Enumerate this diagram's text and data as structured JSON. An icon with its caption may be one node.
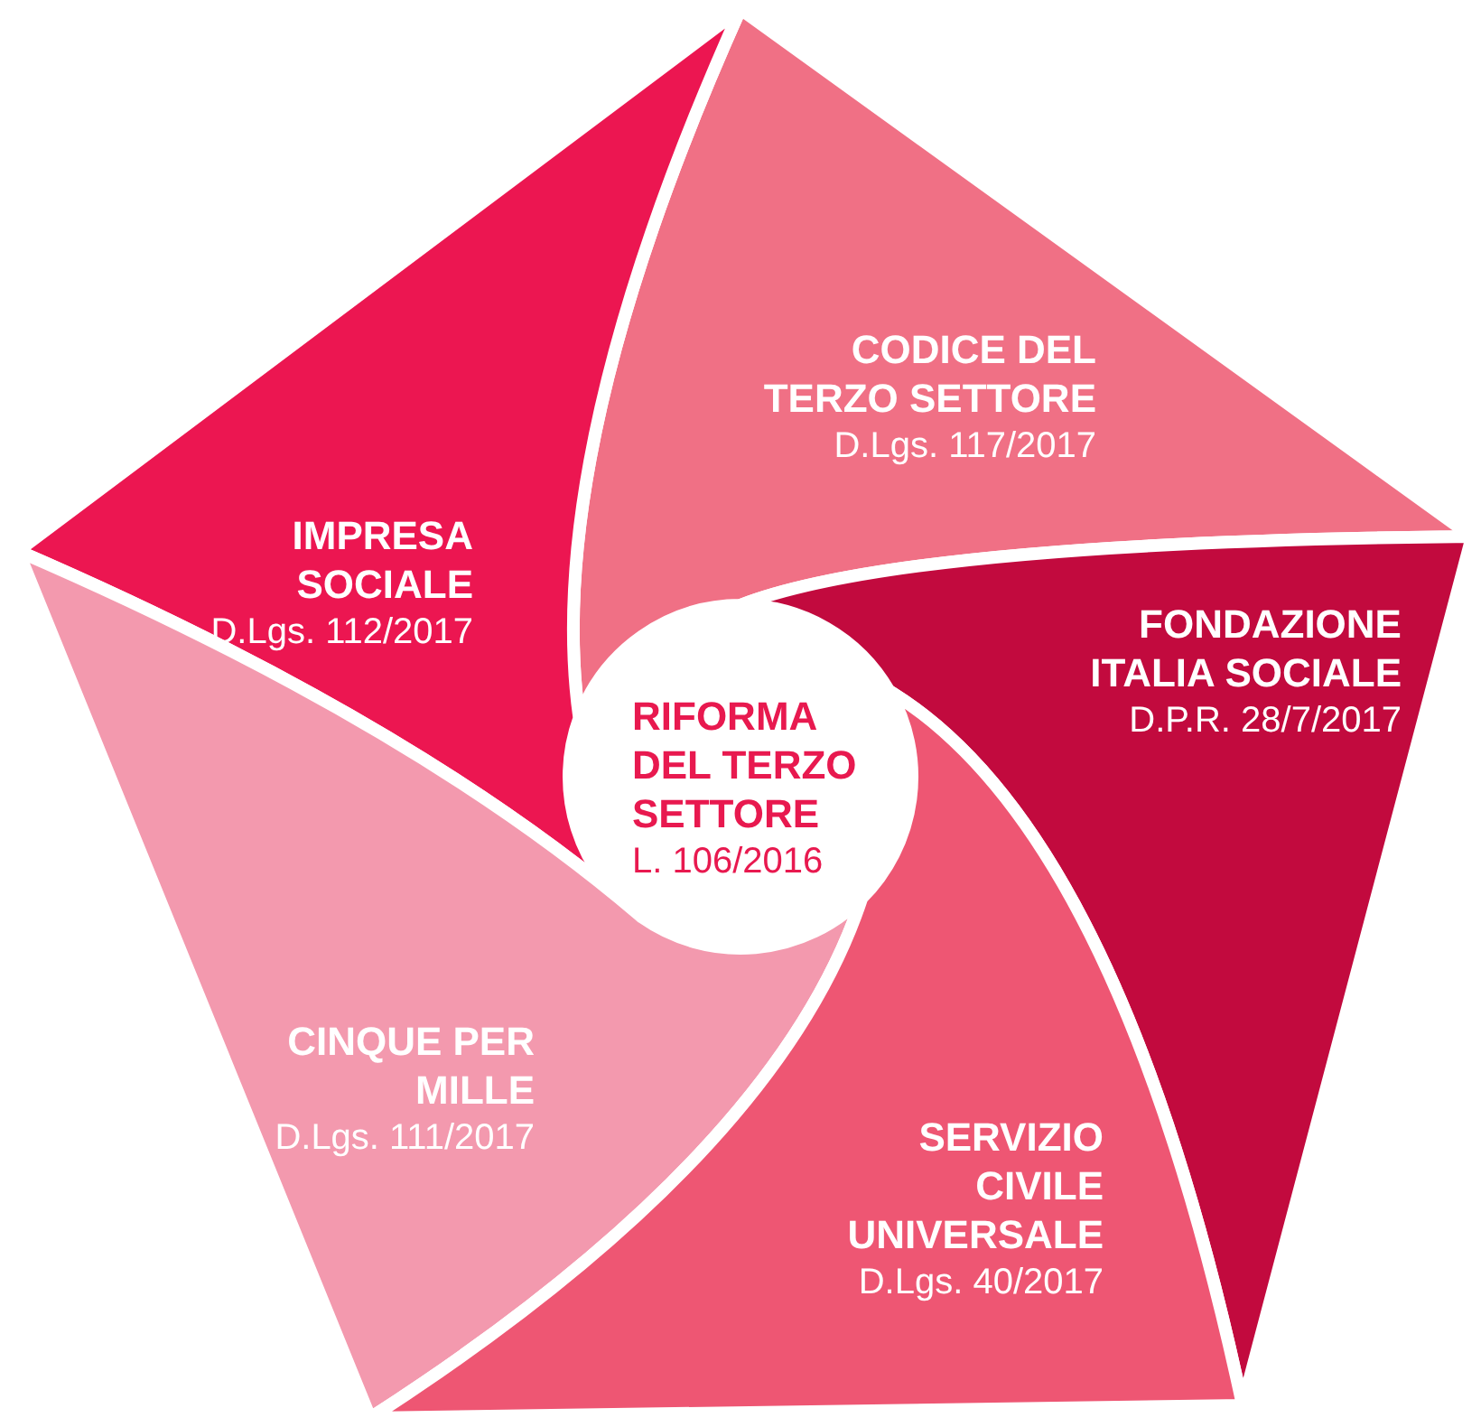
{
  "diagram": {
    "nodes": [
      {
        "text": [
          "RIFORMA DEL TERZO SETTORE",
          "L. 106/2016"
        ]
      },
      {
        "text": [
          "CODICE DEL TERZO SETTORE",
          "D.Lgs. 117/2017"
        ]
      },
      {
        "text": [
          "IMPRESA SOCIALE",
          "D.Lgs. 112/2017"
        ]
      },
      {
        "text": [
          "FONDAZIONE ITALIA SOCIALE",
          "D.P.R. 28/7/2017"
        ]
      },
      {
        "text": [
          "CINQUE PER MILLE",
          "D.Lgs. 111/2017"
        ]
      },
      {
        "text": [
          "SERVIZIO CIVILE UNIVERSALE",
          "D.Lgs. 40/2017"
        ]
      }
    ]
  }
}
